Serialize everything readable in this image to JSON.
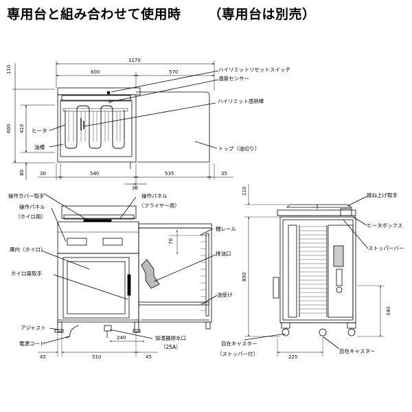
{
  "heading": {
    "main": "専用台と組み合わせて使用時",
    "note": "（専用台は別売）"
  },
  "top_view": {
    "dimensions": [
      "1170",
      "600",
      "570",
      "110",
      "600",
      "410",
      "80",
      "30",
      "540",
      "30",
      "535",
      "35"
    ],
    "labels": {
      "high_limit_reset_switch": "ハイリミットリセットスイッチ",
      "temperature_sensor": "温度センサー",
      "high_limit_sensor_rod": "ハイリミット感熱棒",
      "heater": "ヒータ",
      "oil_tank": "油槽",
      "top_oil_cut": "トップ（油切り）"
    }
  },
  "front_view": {
    "dimensions": [
      "70",
      "240",
      "45",
      "510",
      "45"
    ],
    "labels": {
      "control_cover_handle": "操作カバー取手",
      "control_panel_hoiro": "操作パネル",
      "control_panel_hoiro_sub": "（ホイロ用）",
      "control_panel_fryer": "操作パネル",
      "control_panel_fryer_sub": "（フライヤー用）",
      "shelf_rail": "棚レール",
      "drain_outlet": "排油口",
      "cabinet_interior": "庫内（ホイロ）",
      "hoiro_door_handle": "ホイロ扉取手",
      "oil_receiver": "油受け",
      "adjuster": "アジャスト",
      "power_cord": "電源コード",
      "humidifier_drain": "加湿器排水口",
      "humidifier_drain_size": "（25A）"
    }
  },
  "side_view": {
    "dimensions": [
      "110",
      "850",
      "340",
      "225"
    ],
    "labels": {
      "lift_handle": "跳ね上げ取手",
      "heater_box": "ヒータボックス",
      "stopper_bar": "ストッパーバー",
      "caster_with_stopper": "自在キャスター",
      "caster_with_stopper_sub": "（ストッパー付）",
      "caster": "自在キャスター"
    }
  }
}
